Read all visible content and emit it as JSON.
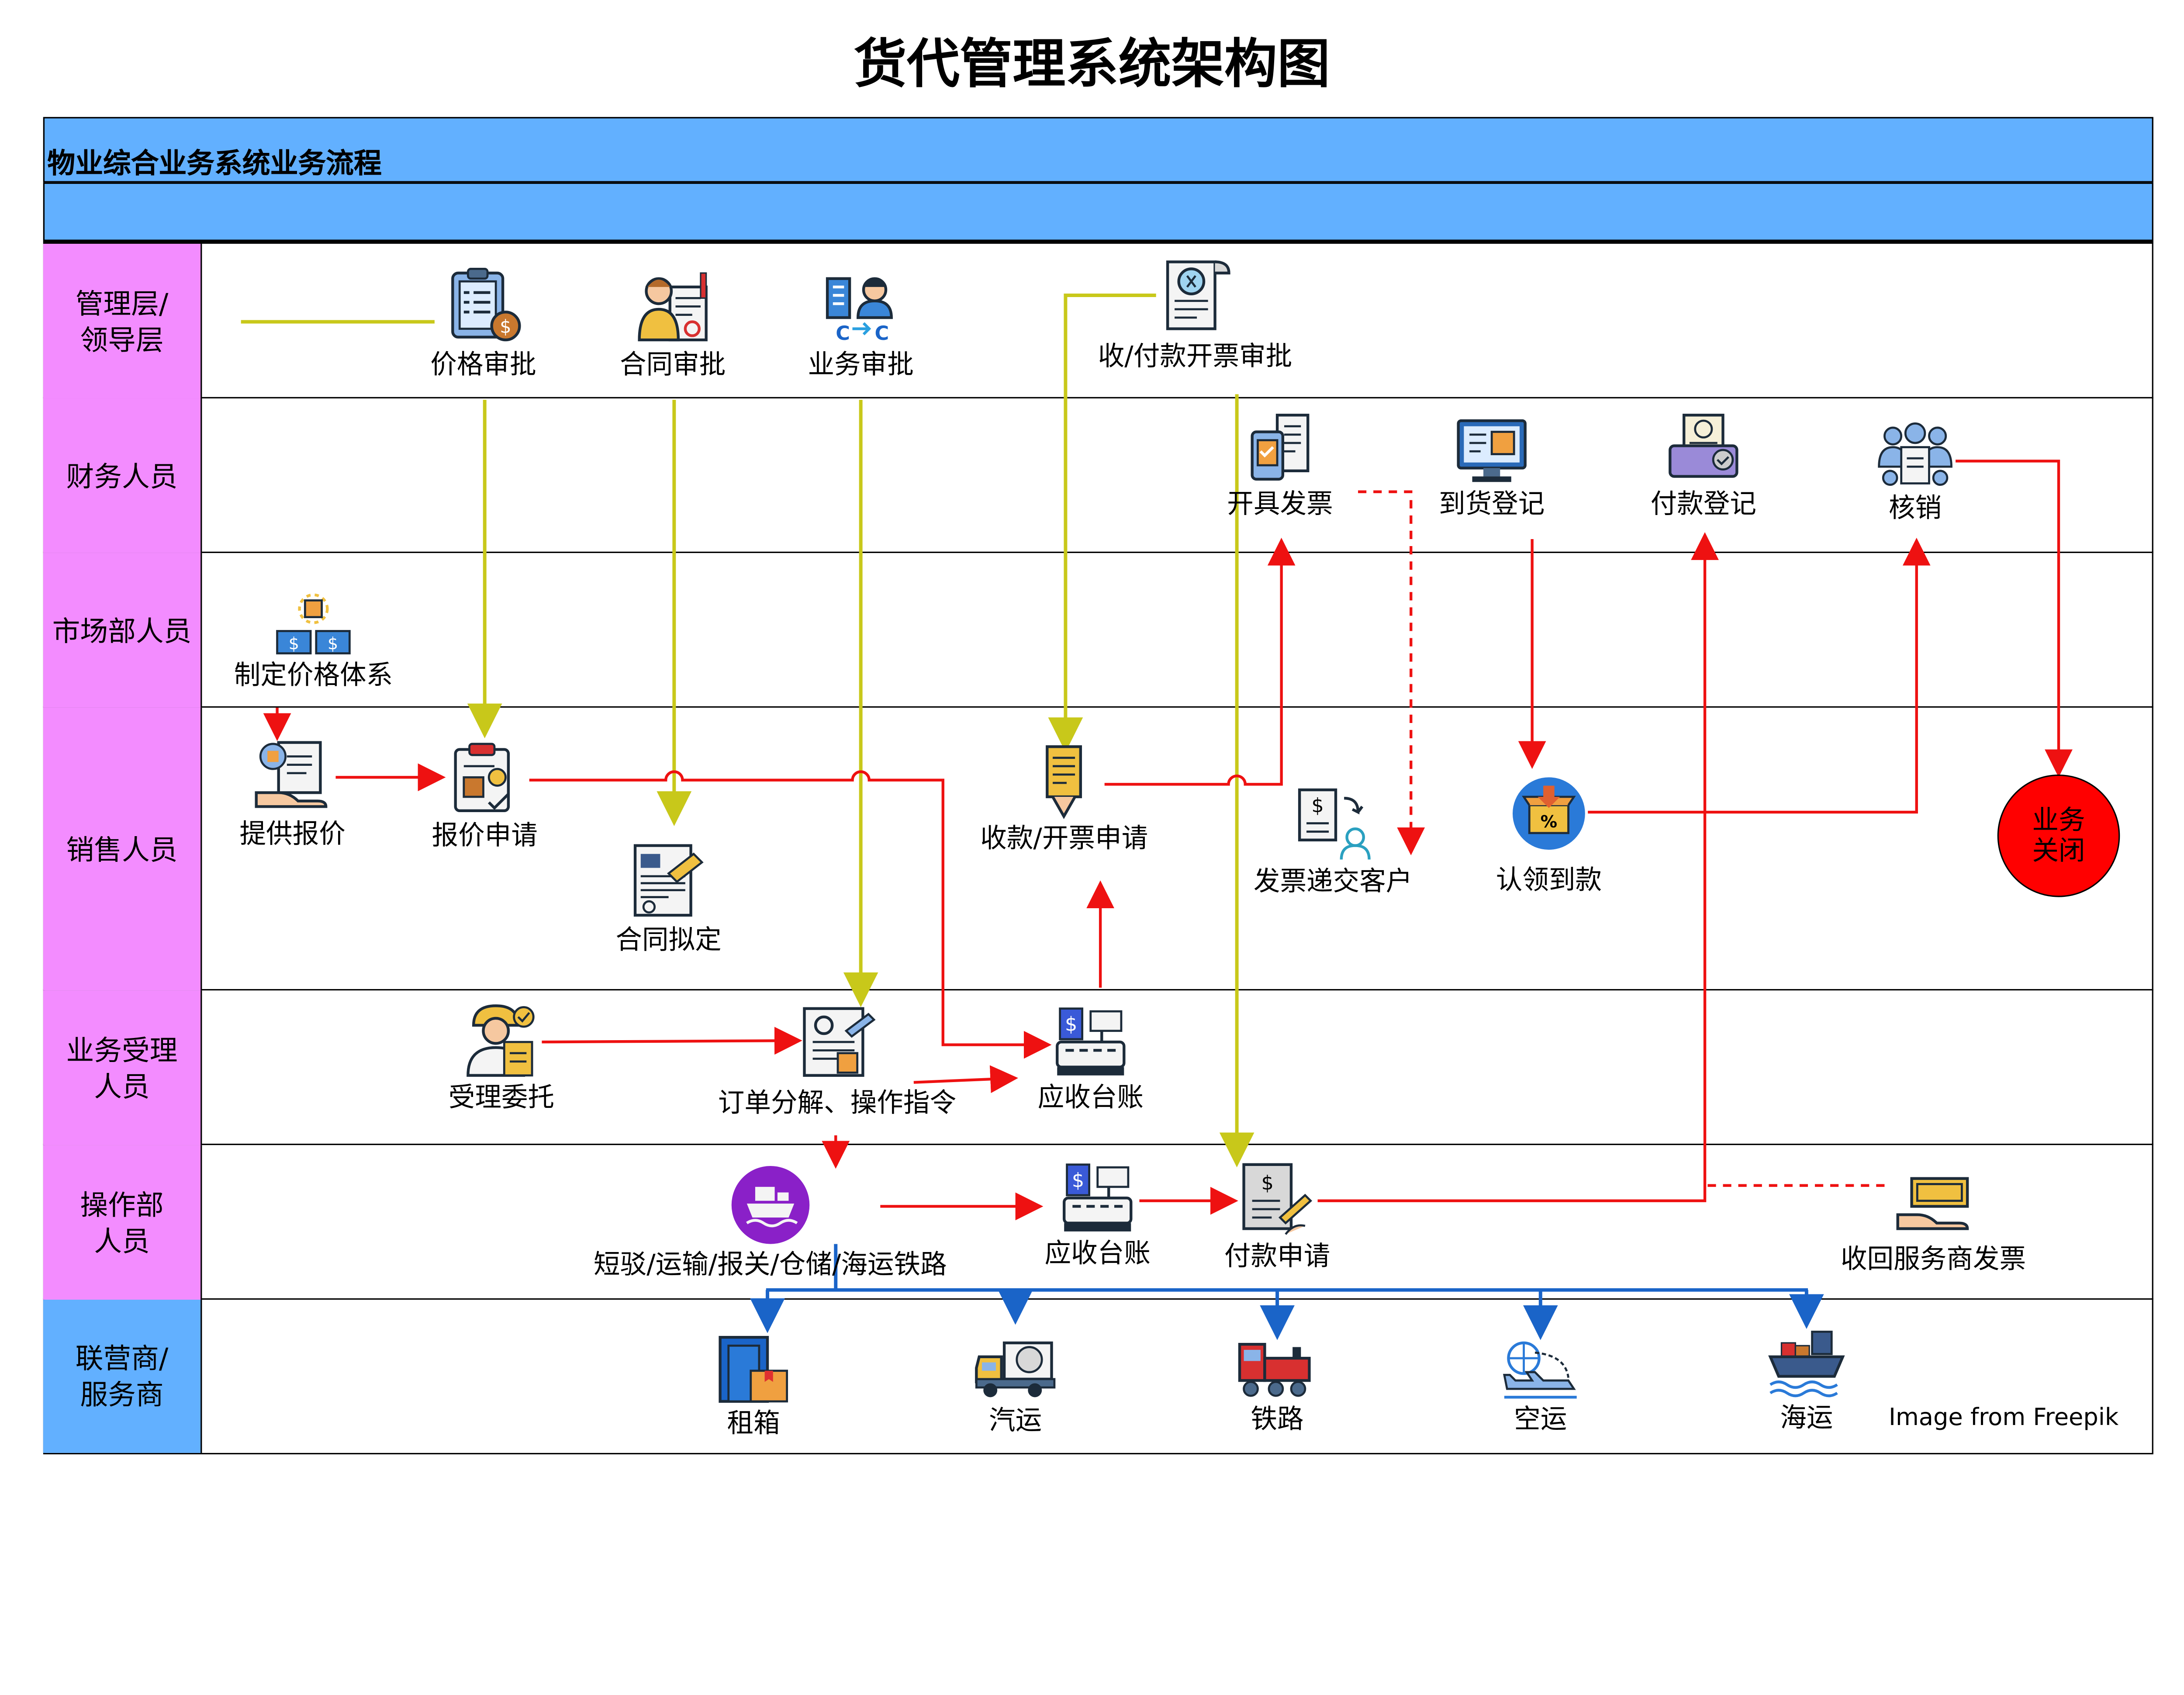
{
  "title": "货代管理系统架构图",
  "header": {
    "bar_label": "物业综合业务系统业务流程"
  },
  "lanes": [
    {
      "label": "管理层/\n领导层"
    },
    {
      "label": "财务人员"
    },
    {
      "label": "市场部人员"
    },
    {
      "label": "销售人员"
    },
    {
      "label": "业务受理\n人员"
    },
    {
      "label": "操作部\n人员"
    },
    {
      "label": "联营商/\n服务商"
    }
  ],
  "nodes": {
    "price_approval": "价格审批",
    "contract_approval": "合同审批",
    "business_approval": "业务审批",
    "invoice_approval": "收/付款开票审批",
    "issue_invoice": "开具发票",
    "arrival_register": "到货登记",
    "payment_register": "付款登记",
    "write_off": "核销",
    "price_system": "制定价格体系",
    "provide_quote": "提供报价",
    "quote_apply": "报价申请",
    "contract_draft": "合同拟定",
    "collect_invoice_apply": "收款/开票申请",
    "invoice_deliver": "发票递交客户",
    "claim_payment": "认领到款",
    "business_close": "业务\n关闭",
    "accept_entrust": "受理委托",
    "order_split": "订单分解、操作指令",
    "receivable_ledger_1": "应收台账",
    "transport_ops": "短驳/运输/报关/仓储/海运铁路",
    "receivable_ledger_2": "应收台账",
    "payment_apply": "付款申请",
    "recover_invoice": "收回服务商发票",
    "container_rent": "租箱",
    "truck": "汽运",
    "railway": "铁路",
    "air": "空运",
    "sea": "海运"
  },
  "credit": "Image from Freepik",
  "colors": {
    "lane_label": "#f38cff",
    "header": "#62b0ff",
    "arrow_red": "#ee1111",
    "arrow_olive": "#c8c81a",
    "arrow_blue": "#1a64c8",
    "close": "#ff0000"
  }
}
